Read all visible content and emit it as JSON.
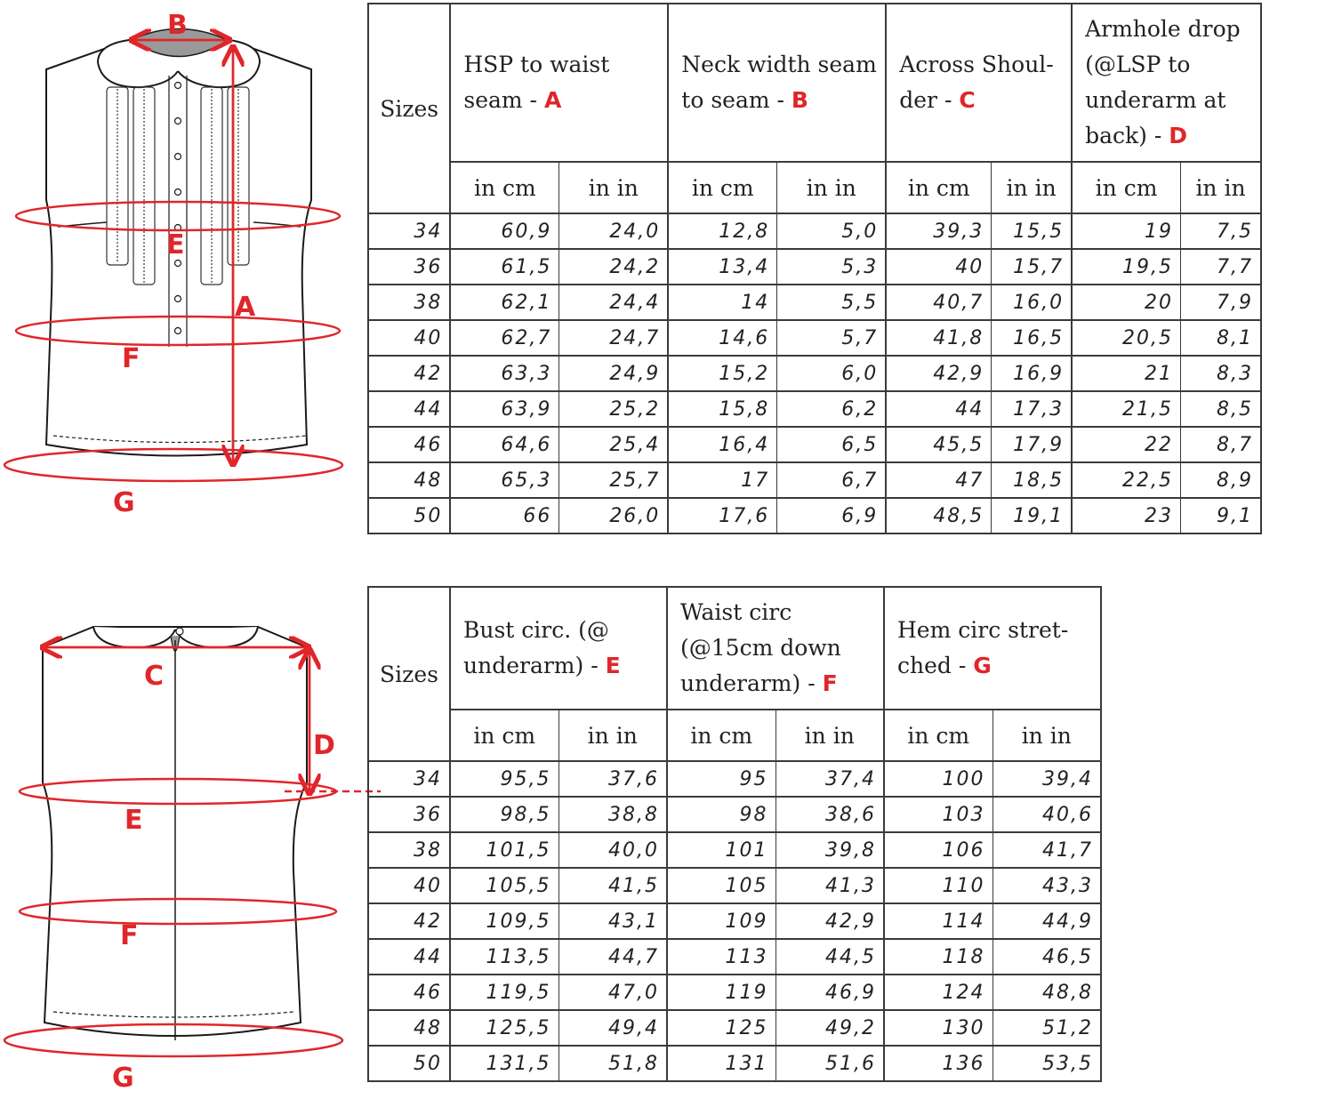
{
  "letter_separator": " - ",
  "figures": {
    "front": {
      "labels": {
        "A": "A",
        "B": "B",
        "E": "E",
        "F": "F",
        "G": "G"
      }
    },
    "back": {
      "labels": {
        "C": "C",
        "D": "D",
        "E": "E",
        "F": "F",
        "G": "G"
      }
    }
  },
  "table1": {
    "sizes_label": "Sizes",
    "columns": [
      {
        "label": "HSP to waist seam",
        "letter": "A"
      },
      {
        "label": "Neck width seam to seam",
        "letter": "B"
      },
      {
        "label": "Across Shoul-der",
        "letter": "C"
      },
      {
        "label": "Armhole drop (@LSP to underarm at back)",
        "letter": "D"
      }
    ],
    "units": {
      "cm": "in cm",
      "in": "in in"
    },
    "rows": [
      {
        "size": "34",
        "values": [
          "60,9",
          "24,0",
          "12,8",
          "5,0",
          "39,3",
          "15,5",
          "19",
          "7,5"
        ]
      },
      {
        "size": "36",
        "values": [
          "61,5",
          "24,2",
          "13,4",
          "5,3",
          "40",
          "15,7",
          "19,5",
          "7,7"
        ]
      },
      {
        "size": "38",
        "values": [
          "62,1",
          "24,4",
          "14",
          "5,5",
          "40,7",
          "16,0",
          "20",
          "7,9"
        ]
      },
      {
        "size": "40",
        "values": [
          "62,7",
          "24,7",
          "14,6",
          "5,7",
          "41,8",
          "16,5",
          "20,5",
          "8,1"
        ]
      },
      {
        "size": "42",
        "values": [
          "63,3",
          "24,9",
          "15,2",
          "6,0",
          "42,9",
          "16,9",
          "21",
          "8,3"
        ]
      },
      {
        "size": "44",
        "values": [
          "63,9",
          "25,2",
          "15,8",
          "6,2",
          "44",
          "17,3",
          "21,5",
          "8,5"
        ]
      },
      {
        "size": "46",
        "values": [
          "64,6",
          "25,4",
          "16,4",
          "6,5",
          "45,5",
          "17,9",
          "22",
          "8,7"
        ]
      },
      {
        "size": "48",
        "values": [
          "65,3",
          "25,7",
          "17",
          "6,7",
          "47",
          "18,5",
          "22,5",
          "8,9"
        ]
      },
      {
        "size": "50",
        "values": [
          "66",
          "26,0",
          "17,6",
          "6,9",
          "48,5",
          "19,1",
          "23",
          "9,1"
        ]
      }
    ]
  },
  "table2": {
    "sizes_label": "Sizes",
    "columns": [
      {
        "label": "Bust circ. (@ underarm)",
        "letter": "E"
      },
      {
        "label": "Waist circ (@15cm down underarm)",
        "letter": "F"
      },
      {
        "label": "Hem circ stret-ched",
        "letter": "G"
      }
    ],
    "units": {
      "cm": "in cm",
      "in": "in in"
    },
    "rows": [
      {
        "size": "34",
        "values": [
          "95,5",
          "37,6",
          "95",
          "37,4",
          "100",
          "39,4"
        ]
      },
      {
        "size": "36",
        "values": [
          "98,5",
          "38,8",
          "98",
          "38,6",
          "103",
          "40,6"
        ]
      },
      {
        "size": "38",
        "values": [
          "101,5",
          "40,0",
          "101",
          "39,8",
          "106",
          "41,7"
        ]
      },
      {
        "size": "40",
        "values": [
          "105,5",
          "41,5",
          "105",
          "41,3",
          "110",
          "43,3"
        ]
      },
      {
        "size": "42",
        "values": [
          "109,5",
          "43,1",
          "109",
          "42,9",
          "114",
          "44,9"
        ]
      },
      {
        "size": "44",
        "values": [
          "113,5",
          "44,7",
          "113",
          "44,5",
          "118",
          "46,5"
        ]
      },
      {
        "size": "46",
        "values": [
          "119,5",
          "47,0",
          "119",
          "46,9",
          "124",
          "48,8"
        ]
      },
      {
        "size": "48",
        "values": [
          "125,5",
          "49,4",
          "125",
          "49,2",
          "130",
          "51,2"
        ]
      },
      {
        "size": "50",
        "values": [
          "131,5",
          "51,8",
          "131",
          "51,6",
          "136",
          "53,5"
        ]
      }
    ]
  }
}
